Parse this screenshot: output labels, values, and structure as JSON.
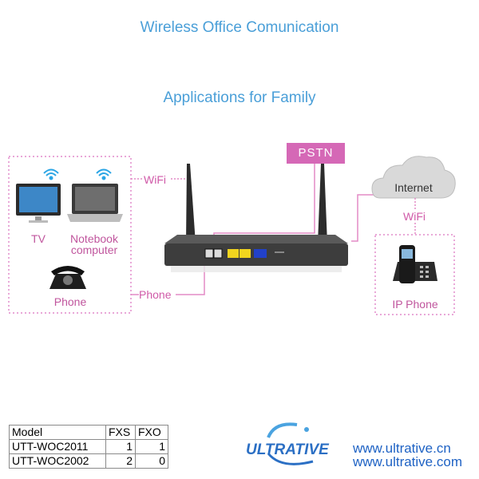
{
  "titles": {
    "main": "Wireless Office Comunication",
    "sub": "Applications for Family"
  },
  "devices": {
    "tv": "TV",
    "notebook_line1": "Notebook",
    "notebook_line2": "computer",
    "phone": "Phone",
    "ip_phone": "IP Phone",
    "internet": "Internet",
    "pstn": "PSTN"
  },
  "links": {
    "wifi_left": "WiFi",
    "phone_left": "Phone",
    "wifi_right": "WiFi"
  },
  "table": {
    "headers": [
      "Model",
      "FXS",
      "FXO"
    ],
    "rows": [
      [
        "UTT-WOC2011",
        "1",
        "1"
      ],
      [
        "UTT-WOC2002",
        "2",
        "0"
      ]
    ]
  },
  "brand": {
    "logo_text": "ULTRATIVE",
    "url1": "www.ultrative.cn",
    "url2": "www.ultrative.com"
  },
  "colors": {
    "heading": "#4a9fd8",
    "accent_pink": "#d568b6",
    "url_blue": "#1e62c4"
  }
}
